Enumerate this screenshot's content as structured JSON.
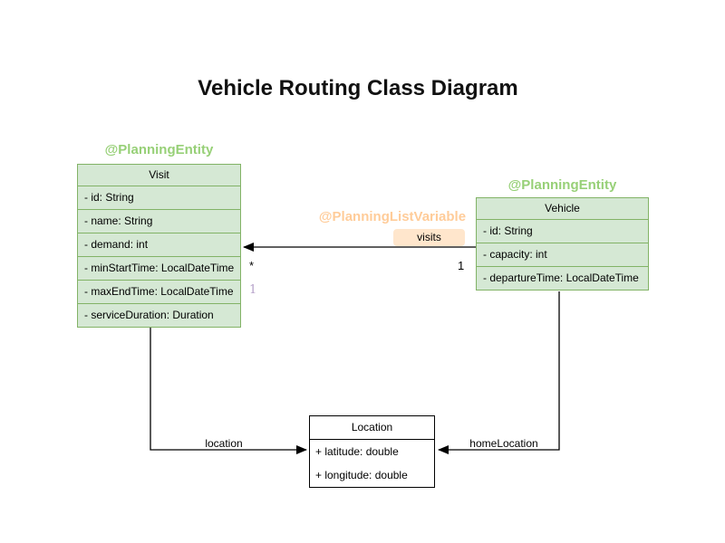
{
  "title": "Vehicle Routing Class Diagram",
  "colors": {
    "green_fill": "#d5e8d4",
    "green_border": "#82b366",
    "green_annotation": "#97d077",
    "orange_annotation": "#ffcc99",
    "orange_fill": "#ffe6cc",
    "index_label": "#b5a0c9",
    "line": "#000000"
  },
  "classes": {
    "visit": {
      "annotation": "@PlanningEntity",
      "name": "Visit",
      "attributes": [
        "- id: String",
        "- name: String",
        "- demand: int",
        "- minStartTime: LocalDateTime",
        "- maxEndTime: LocalDateTime",
        "- serviceDuration: Duration"
      ]
    },
    "vehicle": {
      "annotation": "@PlanningEntity",
      "name": "Vehicle",
      "attributes": [
        "- id: String",
        "- capacity: int",
        "- departureTime: LocalDateTime"
      ]
    },
    "location": {
      "name": "Location",
      "attributes": [
        "+ latitude: double",
        "+ longitude: double"
      ]
    }
  },
  "edges": {
    "visits": {
      "annotation": "@PlanningListVariable",
      "label": "visits",
      "multiplicity_target": "*",
      "multiplicity_source": "1",
      "index_label": "1"
    },
    "location": {
      "label": "location"
    },
    "home_location": {
      "label": "homeLocation"
    }
  }
}
